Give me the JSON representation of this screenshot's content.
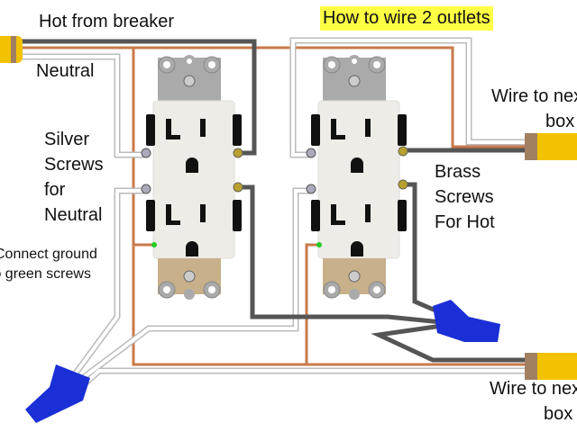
{
  "title": "How to wire 2 outlets",
  "labels": {
    "hot_from_breaker": "Hot from breaker",
    "neutral": "Neutral",
    "silver_screws": [
      "Silver",
      "Screws",
      "for",
      "Neutral"
    ],
    "ground": [
      "Connect ground",
      "to green screws"
    ],
    "brass_screws": [
      "Brass",
      "Screws",
      "For Hot"
    ],
    "wire_next_top": [
      "Wire to next",
      "box"
    ],
    "wire_next_bottom": [
      "Wire to next",
      "box"
    ]
  },
  "colors": {
    "hot": "#555555",
    "neutral": "#ffffff",
    "ground": "#c87a4a",
    "cable_sheath": "#f2c200",
    "wire_nut": "#1a2fd6",
    "title_highlight": "#ffff44"
  }
}
